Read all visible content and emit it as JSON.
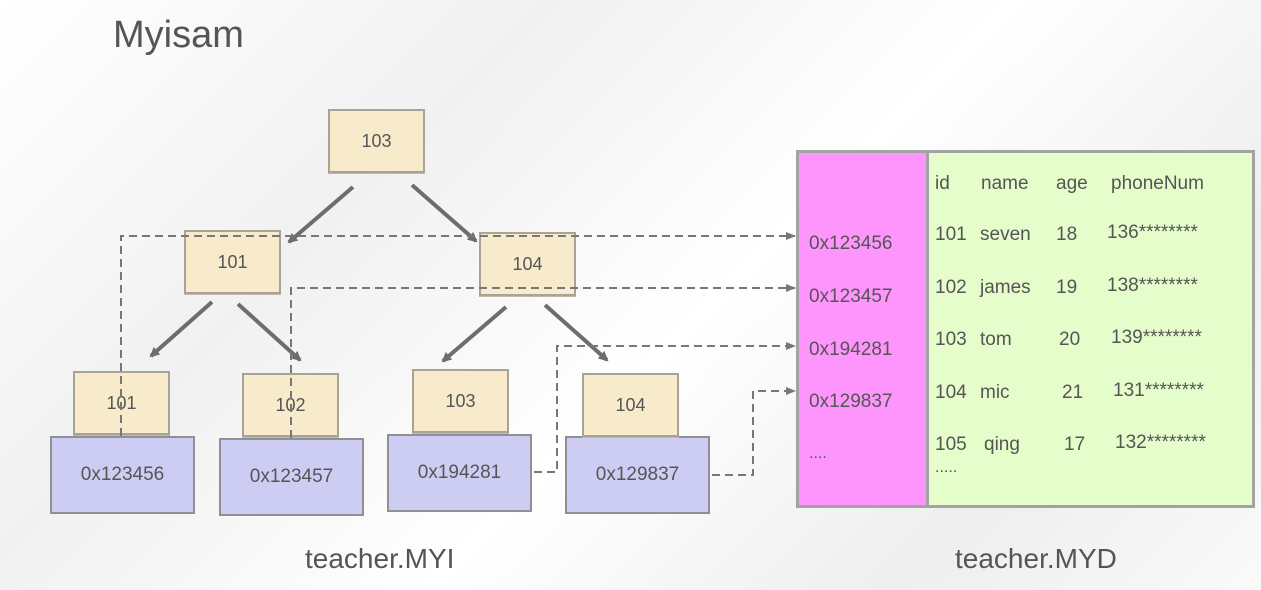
{
  "title": "Myisam",
  "index_tree": {
    "root": "103",
    "level1": [
      "101",
      "104"
    ],
    "leaves": [
      {
        "key": "101",
        "address": "0x123456"
      },
      {
        "key": "102",
        "address": "0x123457"
      },
      {
        "key": "103",
        "address": "0x194281"
      },
      {
        "key": "104",
        "address": "0x129837"
      }
    ]
  },
  "data_file": {
    "pointers": [
      "0x123456",
      "0x123457",
      "0x194281",
      "0x129837",
      "...."
    ],
    "header": [
      "id",
      "name",
      "age",
      "phoneNum"
    ],
    "rows": [
      [
        "101",
        "seven",
        "18",
        "136********"
      ],
      [
        "102",
        "james",
        "19",
        "138********"
      ],
      [
        "103",
        "tom",
        "20",
        "139********"
      ],
      [
        "104",
        "mic",
        "21",
        "131********"
      ],
      [
        "105",
        "qing",
        "17",
        "132********"
      ]
    ],
    "ellipsis": "....."
  },
  "captions": {
    "index_file": "teacher.MYI",
    "data_file": "teacher.MYD"
  },
  "colors": {
    "key_node": "#f7ebcb",
    "address_node": "#cdcdf3",
    "pointer_column": "#fd95fc",
    "data_column": "#e5fdca",
    "arrow": "#6d6d6d"
  }
}
